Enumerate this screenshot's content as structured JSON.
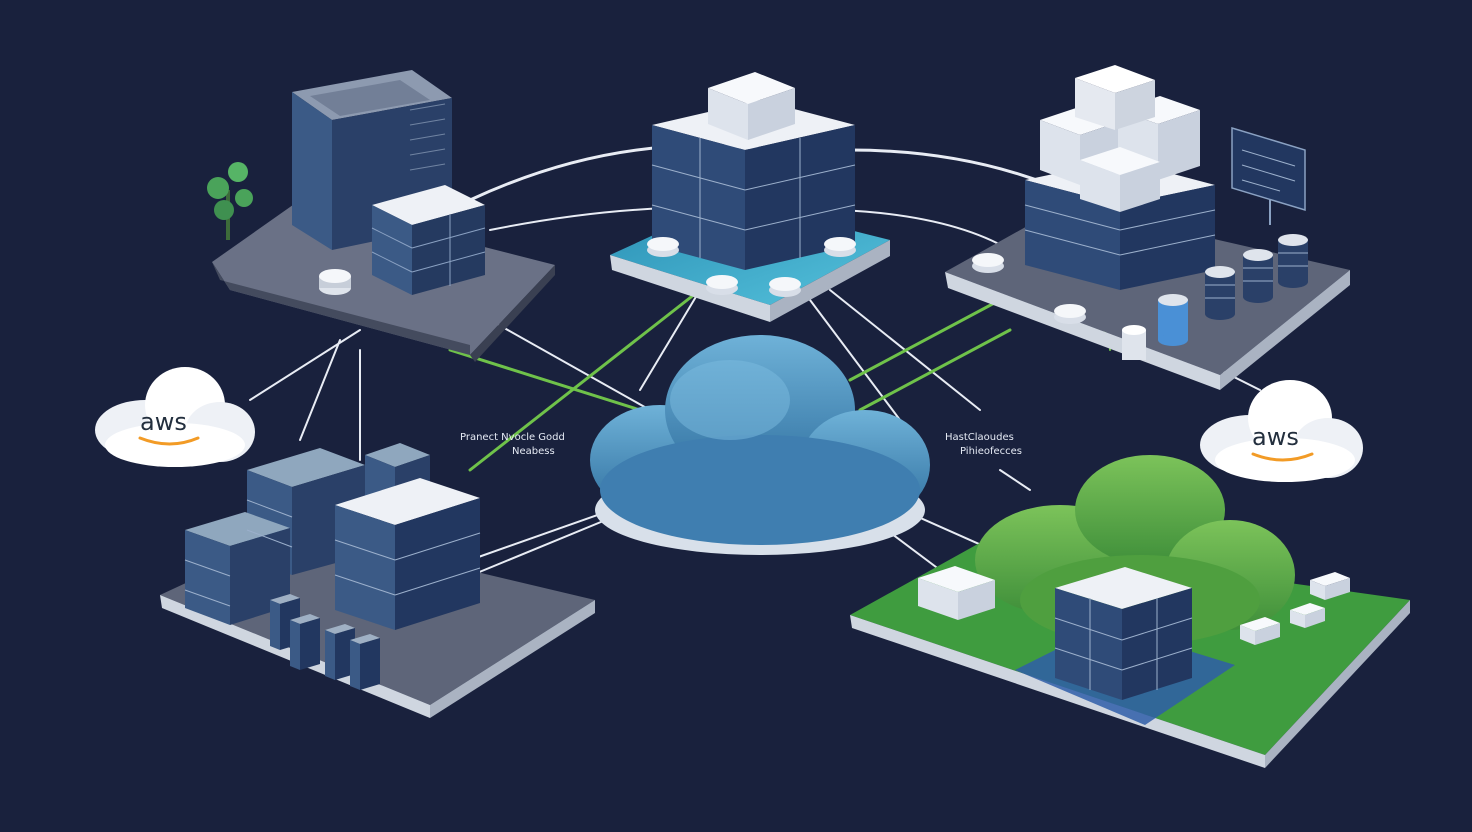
{
  "colors": {
    "background": "#19213d",
    "platform_gray": "#5b6276",
    "platform_teal": "#3aa6c6",
    "platform_green": "#3f9c3f",
    "server_navy": "#2a4068",
    "server_white": "#eef1f6",
    "cloud_blue": "#4f8fbf",
    "cloud_green": "#6ab04c",
    "link_white": "#e8ecf4",
    "link_green": "#6fc24a",
    "aws_orange": "#f29b26"
  },
  "clouds": {
    "aws_left": "aws",
    "aws_right": "aws"
  },
  "labels": {
    "center_left_line1": "Pranect Nvocle Godd",
    "center_left_line2": "Neabess",
    "center_right_line1": "HastClaoudes",
    "center_right_line2": "Pihieofecces"
  },
  "icons": {
    "aws_logo": "aws-smile-arrow",
    "tree": "tree-icon",
    "panel": "monitor-panel-icon"
  }
}
